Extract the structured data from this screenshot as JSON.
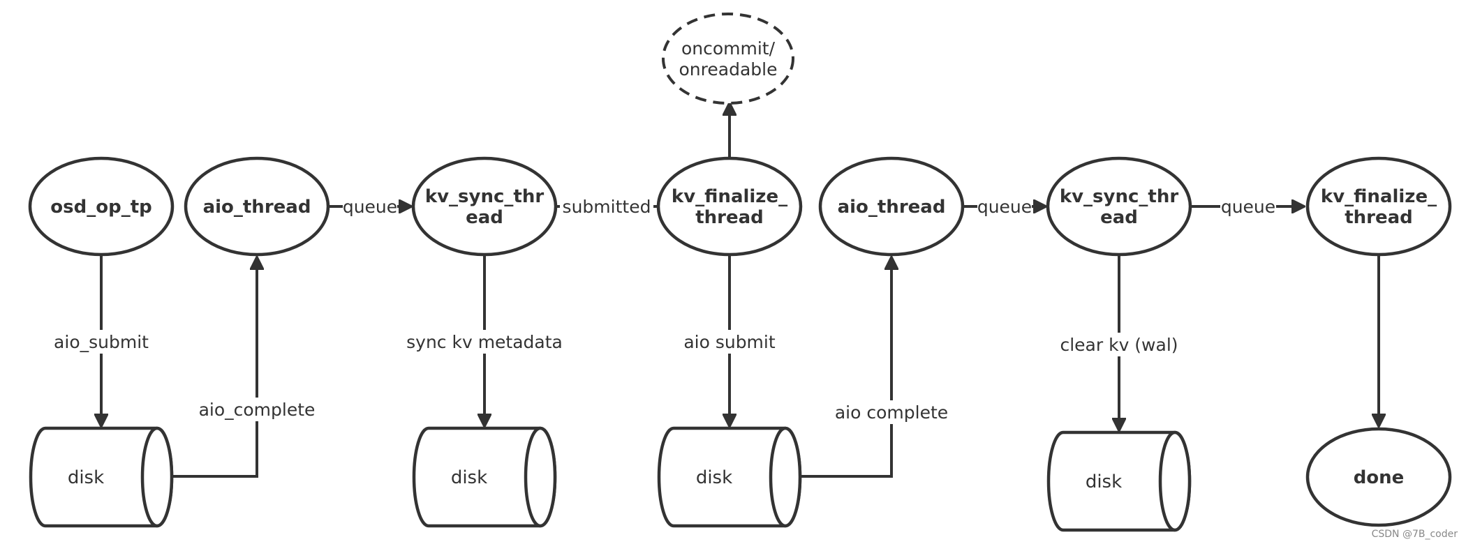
{
  "nodes": {
    "osd_op_tp": [
      "osd_op_tp"
    ],
    "aio_thread_1": [
      "aio_thread"
    ],
    "kv_sync_1": [
      "kv_sync_thr",
      "ead"
    ],
    "kv_finalize_1": [
      "kv_finalize_",
      "thread"
    ],
    "oncommit": [
      "oncommit/",
      "onreadable"
    ],
    "aio_thread_2": [
      "aio_thread"
    ],
    "kv_sync_2": [
      "kv_sync_thr",
      "ead"
    ],
    "kv_finalize_2": [
      "kv_finalize_",
      "thread"
    ],
    "done": [
      "done"
    ]
  },
  "disks": [
    "disk",
    "disk",
    "disk",
    "disk"
  ],
  "edges": {
    "queue_1": "queue",
    "submitted": "submitted",
    "queue_2": "queue",
    "queue_3": "queue",
    "aio_submit_1": "aio_submit",
    "aio_complete_1": "aio_complete",
    "sync_kv_metadata": "sync kv metadata",
    "aio_submit_2": "aio submit",
    "aio_complete_2": "aio complete",
    "clear_kv": "clear kv (wal)"
  },
  "watermark": "CSDN @7B_coder",
  "colors": {
    "stroke": "#333333",
    "background": "#ffffff",
    "text": "#333333"
  }
}
